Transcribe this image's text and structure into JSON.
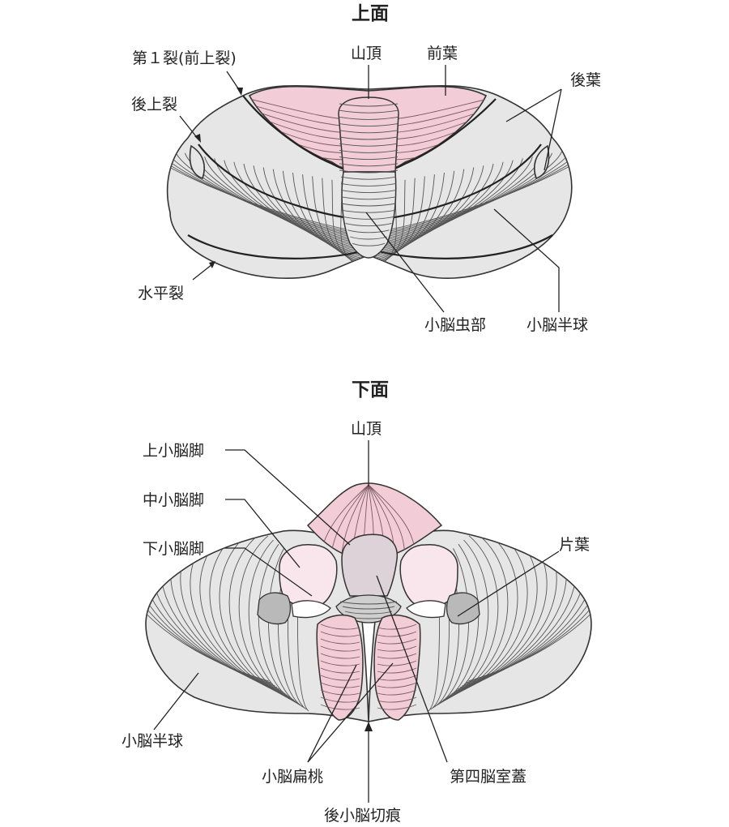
{
  "superior": {
    "title": "上面",
    "labels": {
      "primary_fissure": "第１裂(前上裂)",
      "culmen": "山頂",
      "anterior_lobe": "前葉",
      "posterior_lobe": "後葉",
      "posterior_superior_fissure": "後上裂",
      "horizontal_fissure": "水平裂",
      "vermis": "小脳虫部",
      "hemisphere": "小脳半球"
    }
  },
  "inferior": {
    "title": "下面",
    "labels": {
      "culmen": "山頂",
      "superior_peduncle": "上小脳脚",
      "middle_peduncle": "中小脳脚",
      "inferior_peduncle": "下小脳脚",
      "flocculus": "片葉",
      "hemisphere": "小脳半球",
      "tonsil": "小脳扁桃",
      "fourth_ventricle_roof": "第四脳室蓋",
      "posterior_notch": "後小脳切痕"
    }
  },
  "colors": {
    "pink": "#f2cdd8",
    "light_pink": "#f9e6ec",
    "gray": "#e6e6e6",
    "dark_gray": "#b9b9b9",
    "roof": "#dcd2d8"
  }
}
